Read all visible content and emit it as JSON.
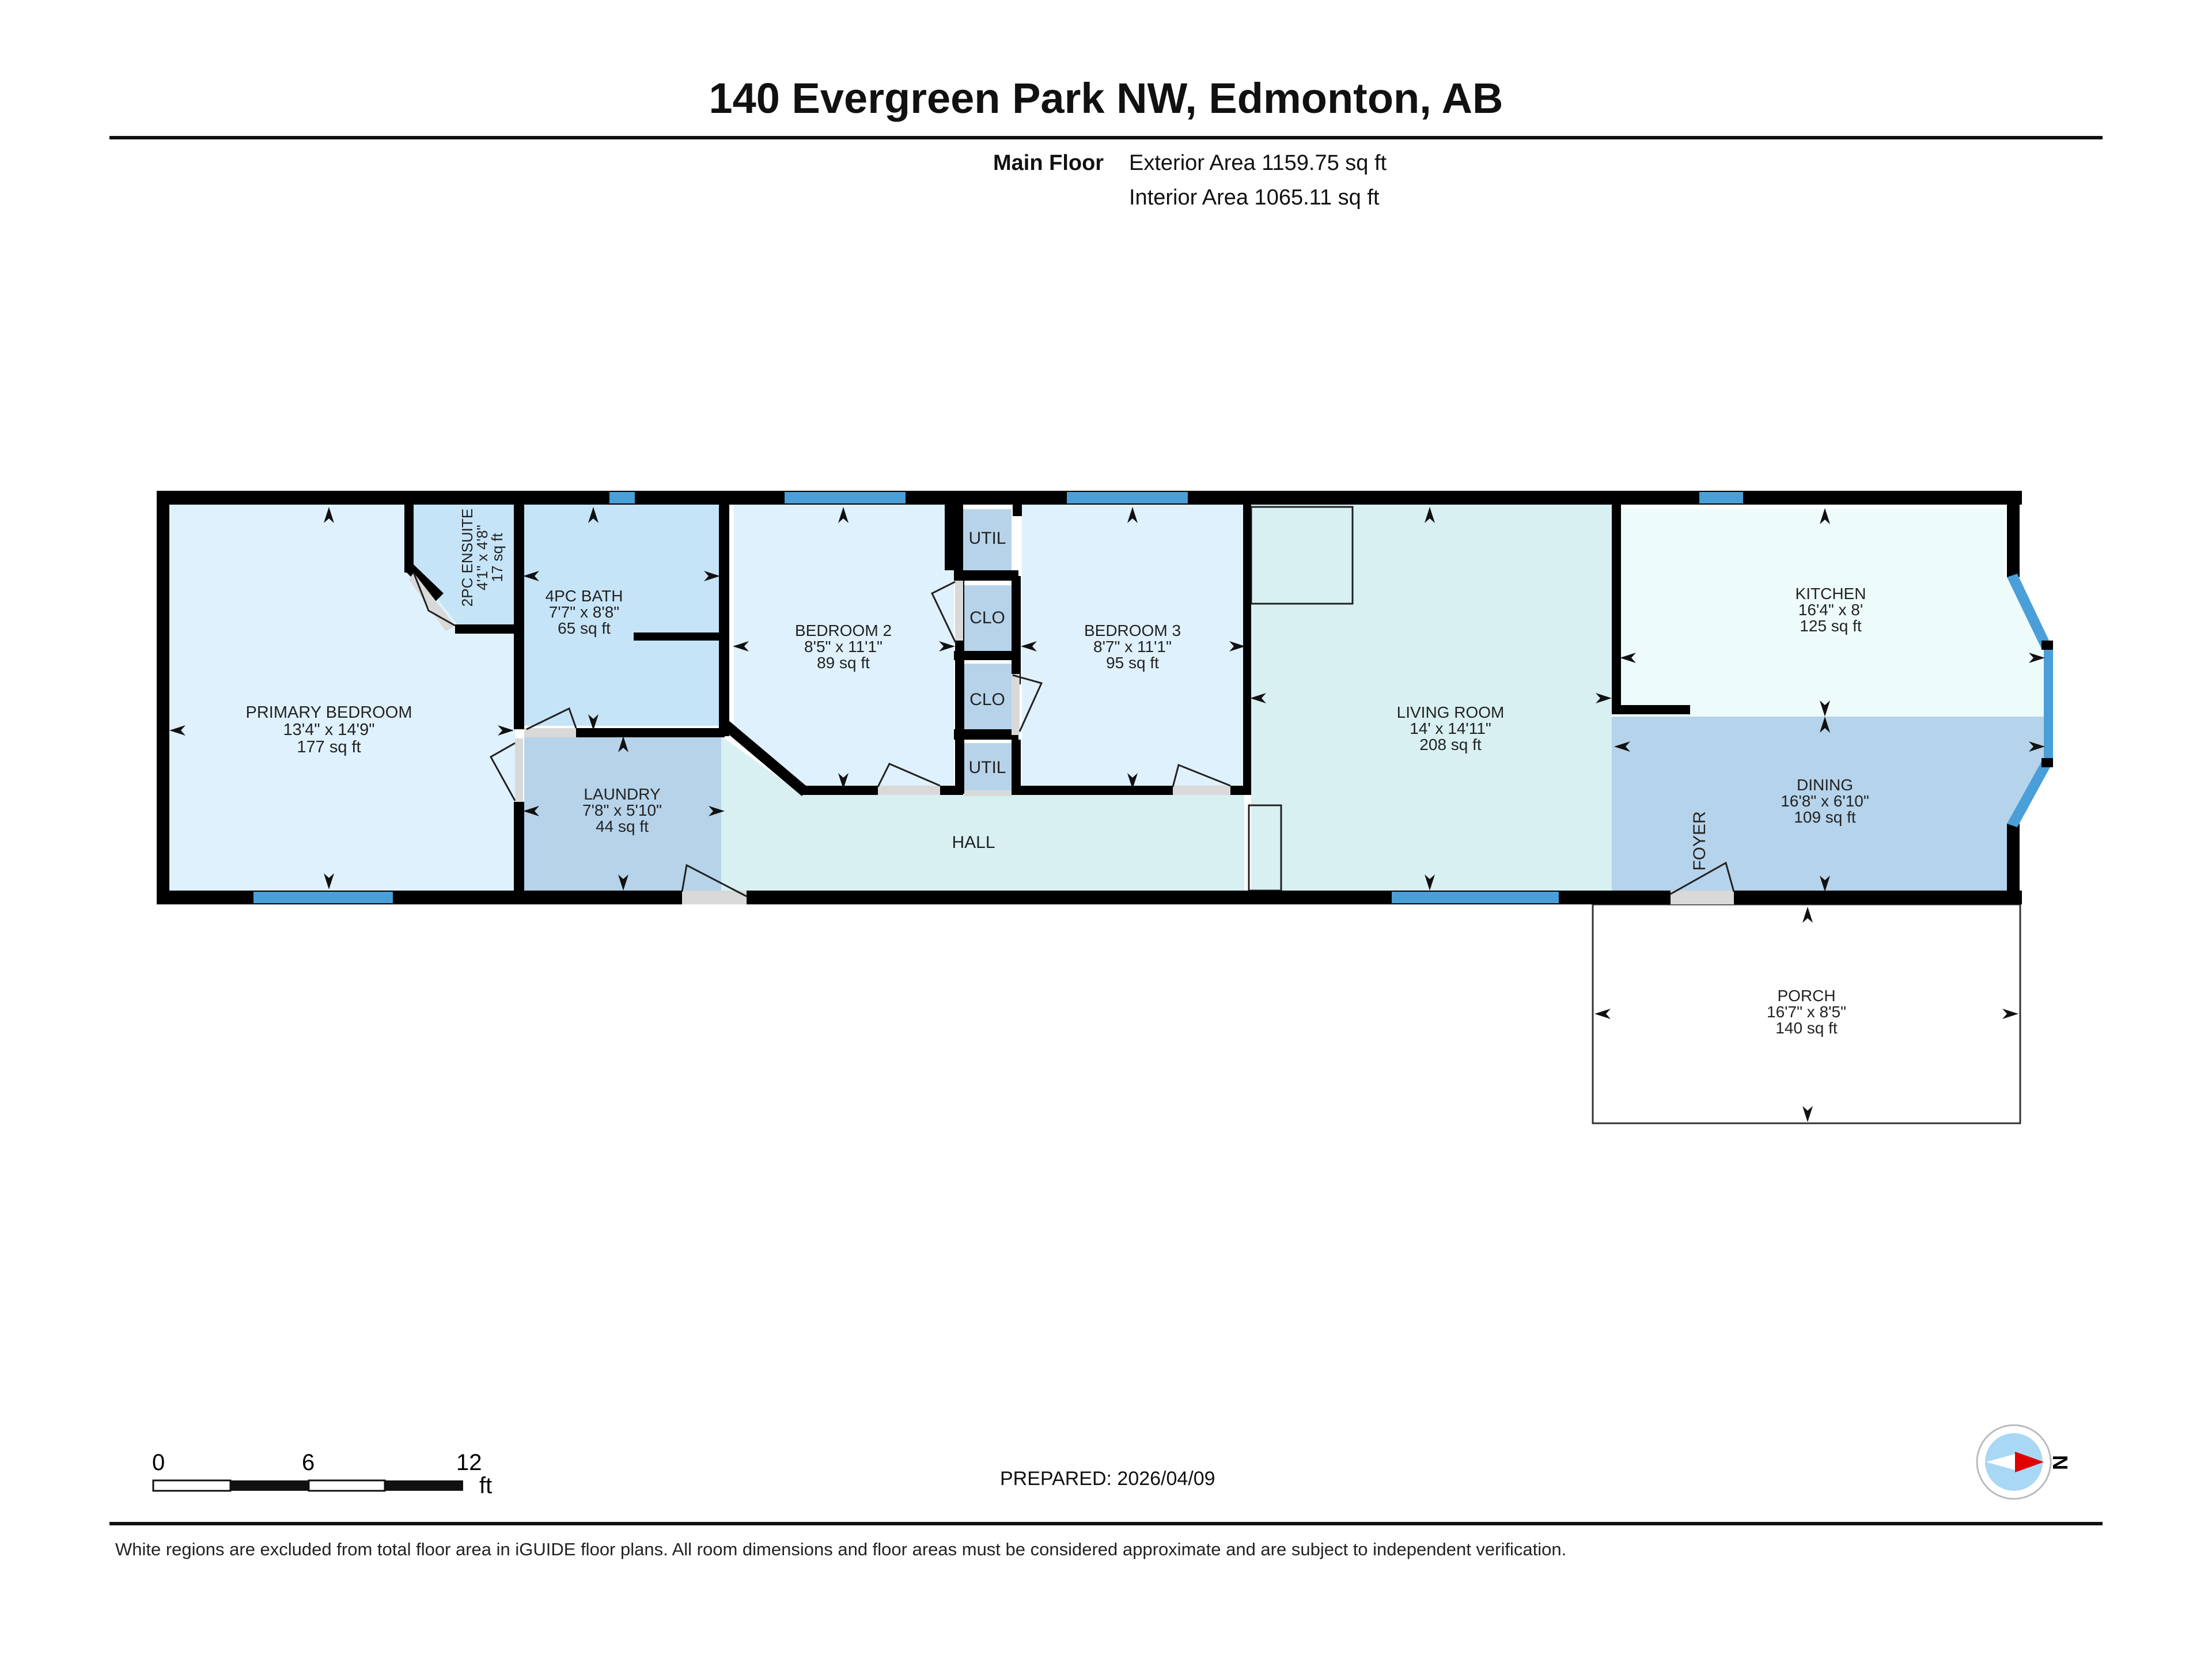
{
  "header": {
    "title": "140 Evergreen Park NW, Edmonton, AB",
    "floor_label": "Main Floor",
    "exterior_area": "Exterior Area 1159.75 sq ft",
    "interior_area": "Interior Area 1065.11 sq ft"
  },
  "rooms": [
    {
      "name": "PRIMARY BEDROOM",
      "dims": "13'4\" x 14'9\"",
      "area": "177 sq ft"
    },
    {
      "name": "2PC ENSUITE",
      "dims": "4'1\" x 4'8\"",
      "area": "17 sq ft"
    },
    {
      "name": "4PC BATH",
      "dims": "7'7\" x 8'8\"",
      "area": "65 sq ft"
    },
    {
      "name": "LAUNDRY",
      "dims": "7'8\" x 5'10\"",
      "area": "44 sq ft"
    },
    {
      "name": "BEDROOM 2",
      "dims": "8'5\" x 11'1\"",
      "area": "89 sq ft"
    },
    {
      "name": "BEDROOM 3",
      "dims": "8'7\" x 11'1\"",
      "area": "95 sq ft"
    },
    {
      "name": "LIVING ROOM",
      "dims": "14' x 14'11\"",
      "area": "208 sq ft"
    },
    {
      "name": "KITCHEN",
      "dims": "16'4\" x 8'",
      "area": "125 sq ft"
    },
    {
      "name": "DINING",
      "dims": "16'8\" x 6'10\"",
      "area": "109 sq ft"
    },
    {
      "name": "PORCH",
      "dims": "16'7\" x 8'5\"",
      "area": "140 sq ft"
    }
  ],
  "labels": {
    "util_top": "UTIL",
    "clo_top": "CLO",
    "clo_bottom": "CLO",
    "util_bottom": "UTIL",
    "hall": "HALL",
    "foyer": "FOYER"
  },
  "scale_bar": {
    "tick_0": "0",
    "tick_6": "6",
    "tick_12": "12",
    "unit": "ft"
  },
  "compass": {
    "label": "N"
  },
  "footer": {
    "prepared": "PREPARED: 2026/04/09",
    "disclaimer": "White regions are excluded from total floor area in iGUIDE floor plans. All room dimensions and floor areas must be considered approximate and are subject to independent verification."
  },
  "colors": {
    "wall": "#000000",
    "window": "#4a9fd8",
    "room_light": "#dff1fc",
    "room_bath": "#c6e4f7",
    "room_laundry": "#b6d3e9",
    "room_hall": "#d8f0f2",
    "room_kitchen": "#eefbfb",
    "room_dining": "#b5d3ea",
    "door_gap": "#d9d9d9",
    "compass_needle": "#e10000",
    "compass_face": "#a8d8f4"
  }
}
